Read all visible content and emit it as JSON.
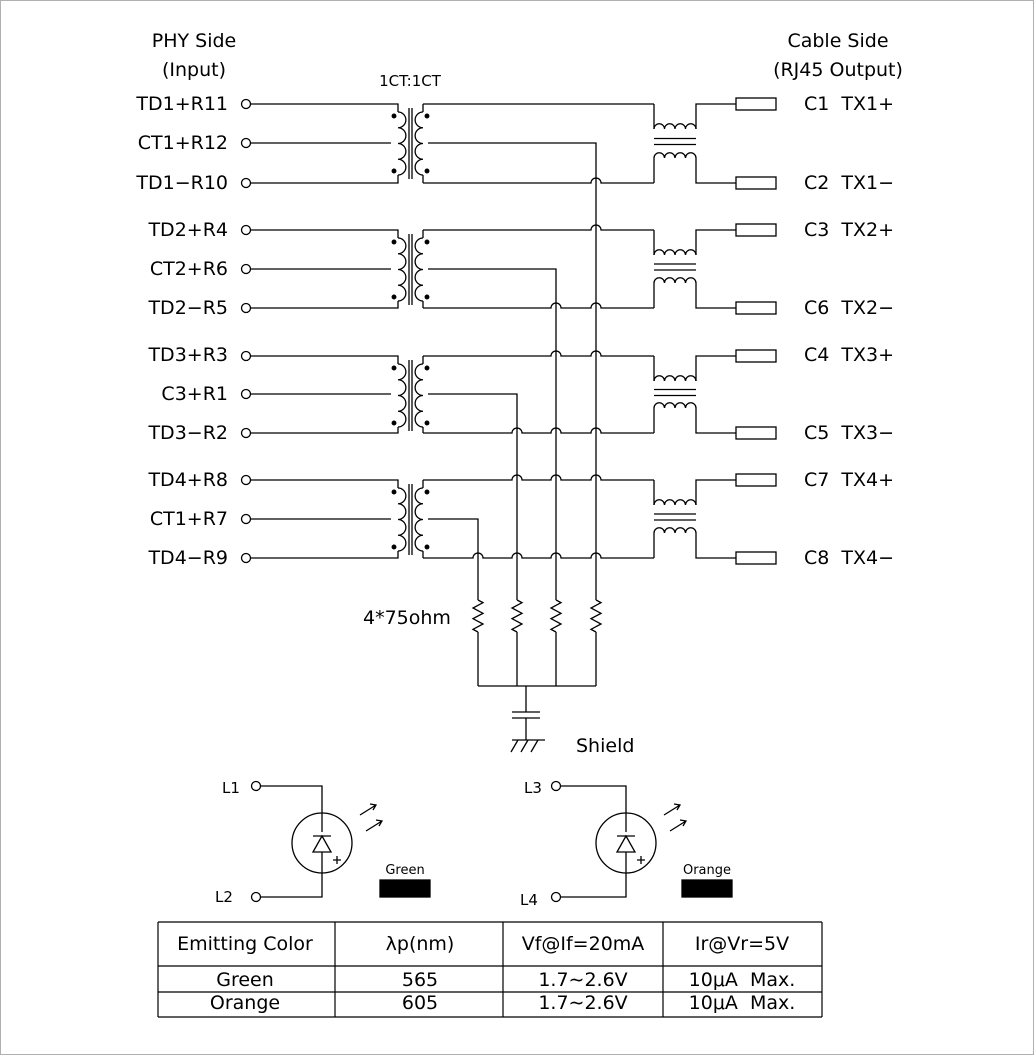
{
  "phy_side": {
    "title": "PHY Side",
    "subtitle": "(Input)"
  },
  "cable_side": {
    "title": "Cable Side",
    "subtitle": "(RJ45 Output)"
  },
  "ratio": "1CT:1CT",
  "input_pins": [
    "TD1+R11",
    "CT1+R12",
    "TD1−R10",
    "TD2+R4",
    "CT2+R6",
    "TD2−R5",
    "TD3+R3",
    "C3+R1",
    "TD3−R2",
    "TD4+R8",
    "CT1+R7",
    "TD4−R9"
  ],
  "output_pins": [
    "C1  TX1+",
    "C2  TX1−",
    "C3  TX2+",
    "C6  TX2−",
    "C4  TX3+",
    "C5  TX3−",
    "C7  TX4+",
    "C8  TX4−"
  ],
  "resistor_label": "4*75ohm",
  "shield_label": "Shield",
  "leds": [
    {
      "top": "L1",
      "bottom": "L2",
      "color_label": "Green"
    },
    {
      "top": "L3",
      "bottom": "L4",
      "color_label": "Orange"
    }
  ],
  "table": {
    "headers": [
      "Emitting Color",
      "λp(nm)",
      "Vf@If=20mA",
      "Ir@Vr=5V"
    ],
    "rows": [
      [
        "Green",
        "565",
        "1.7∼2.6V",
        "10μA  Max."
      ],
      [
        "Orange",
        "605",
        "1.7∼2.6V",
        "10μA  Max."
      ]
    ]
  }
}
